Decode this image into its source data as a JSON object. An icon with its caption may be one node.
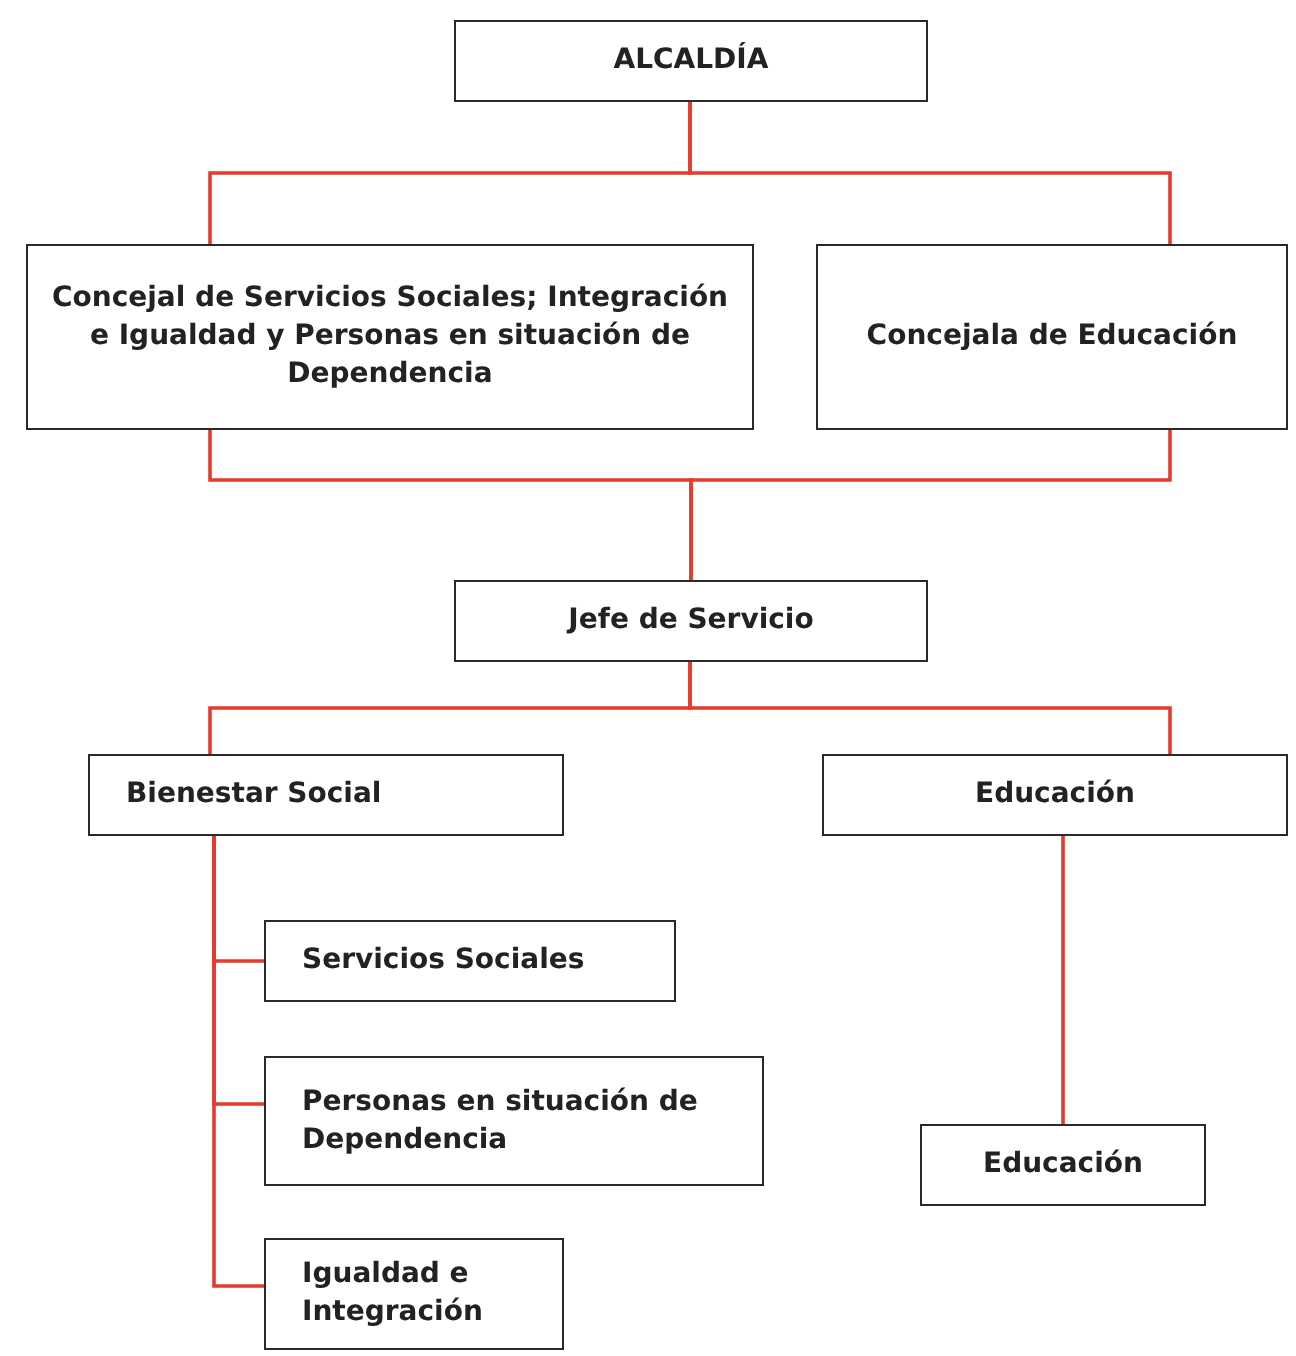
{
  "diagram": {
    "nodes": [
      {
        "text": [
          "ALCALDÍA"
        ]
      },
      {
        "text": [
          "Concejal de Servicios Sociales; Integración e Igualdad y Personas en situación de Dependencia"
        ]
      },
      {
        "text": [
          "Concejala de Educación"
        ]
      },
      {
        "text": [
          "Jefe de Servicio"
        ]
      },
      {
        "text": [
          "Bienestar Social"
        ]
      },
      {
        "text": [
          "Educación"
        ]
      },
      {
        "text": [
          "Servicios Sociales"
        ]
      },
      {
        "text": [
          "Personas en situación de Dependencia"
        ]
      },
      {
        "text": [
          "Igualdad e Integración"
        ]
      },
      {
        "text": [
          "Educación"
        ]
      }
    ],
    "edges": [
      {
        "from": 0,
        "to": 1,
        "arrow": "none"
      },
      {
        "from": 0,
        "to": 2,
        "arrow": "none"
      },
      {
        "from": 1,
        "to": 3,
        "arrow": "none"
      },
      {
        "from": 2,
        "to": 3,
        "arrow": "none"
      },
      {
        "from": 3,
        "to": 4,
        "arrow": "none"
      },
      {
        "from": 3,
        "to": 5,
        "arrow": "none"
      },
      {
        "from": 4,
        "to": 6,
        "arrow": "none"
      },
      {
        "from": 4,
        "to": 7,
        "arrow": "none"
      },
      {
        "from": 4,
        "to": 8,
        "arrow": "none"
      },
      {
        "from": 5,
        "to": 9,
        "arrow": "none"
      }
    ]
  }
}
